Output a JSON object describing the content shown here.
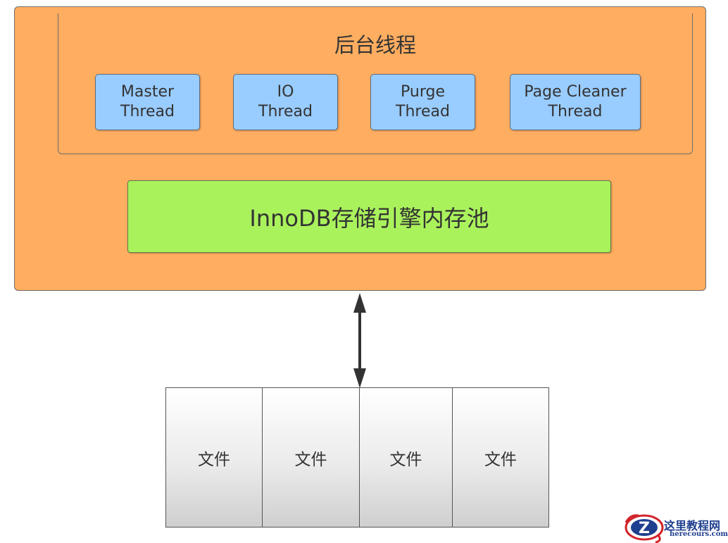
{
  "diagram": {
    "group_title": "后台线程",
    "threads": [
      {
        "line1": "Master",
        "line2": "Thread"
      },
      {
        "line1": "IO",
        "line2": "Thread"
      },
      {
        "line1": "Purge",
        "line2": "Thread"
      },
      {
        "line1": "Page Cleaner",
        "line2": "Thread"
      }
    ],
    "pool_label": "InnoDB存储引擎内存池",
    "files": [
      "文件",
      "文件",
      "文件",
      "文件"
    ],
    "arrow": "bidirectional"
  },
  "watermark": {
    "title": "这里教程网",
    "subtitle": "herecours.com"
  },
  "colors": {
    "outer_fill": "#ffad60",
    "thread_fill": "#99ccff",
    "pool_fill": "#aaf25c",
    "file_fill": "#e6e6e6",
    "border": "#6e6e6e",
    "watermark": "#1f3f8f",
    "watermark_accent": "#d2232a"
  }
}
